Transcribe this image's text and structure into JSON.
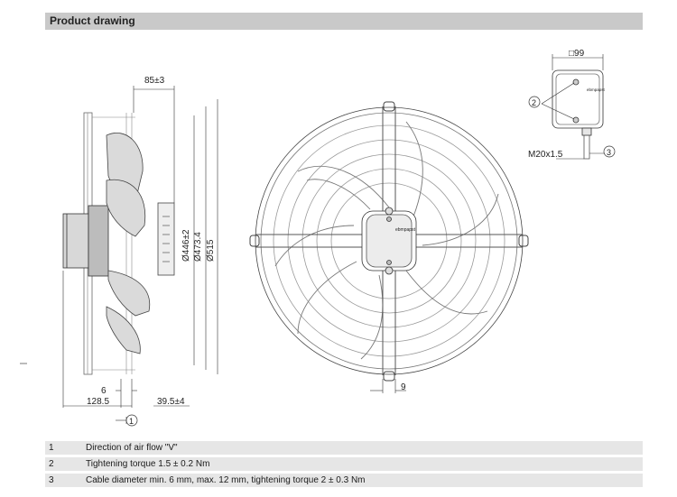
{
  "header": {
    "title": "Product drawing"
  },
  "side_view": {
    "dim_top": "85±3",
    "dim_d446": "Ø446±2",
    "dim_d473": "Ø473.4",
    "dim_d515": "Ø515",
    "dim_6": "6",
    "dim_128": "128.5",
    "dim_39": "39.5±4",
    "callout_1": "1"
  },
  "front_view": {
    "dim_9": "9",
    "brand_label": "ebmpapst"
  },
  "box_view": {
    "dim_99": "□99",
    "callout_2": "2",
    "callout_3": "3",
    "thread": "M20x1.5",
    "brand_label": "ebmpapst"
  },
  "legend": [
    {
      "num": "1",
      "desc": "Direction of air flow \"V\""
    },
    {
      "num": "2",
      "desc": "Tightening torque 1.5 ± 0.2 Nm"
    },
    {
      "num": "3",
      "desc": "Cable diameter min. 6 mm, max. 12 mm, tightening torque 2 ± 0.3 Nm"
    }
  ]
}
